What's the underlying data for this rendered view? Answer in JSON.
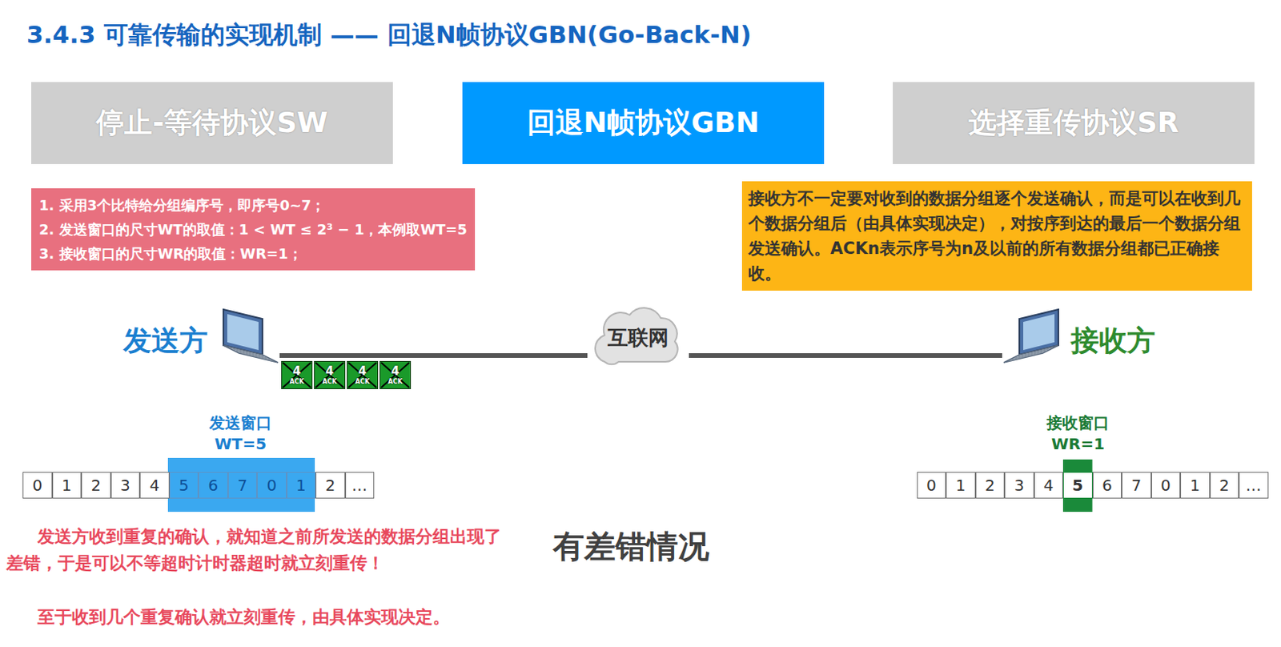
{
  "diagram": {
    "title": "3.4.3 可靠传输的实现机制 —— 回退N帧协议GBN(Go-Back-N)",
    "nodes": [
      {
        "text": [
          "停止-等待协议SW"
        ]
      },
      {
        "text": [
          "回退N帧协议GBN"
        ]
      },
      {
        "text": [
          "选择重传协议SR"
        ]
      },
      {
        "text": [
          "1. 采用3个比特给分组编序号，即序号0~7；",
          "2. 发送窗口的尺寸WT的取值：1 < WT ≤ 2³ − 1，本例取WT=5",
          "3. 接收窗口的尺寸WR的取值：WR=1；"
        ]
      },
      {
        "text": [
          "接收方不一定要对收到的数据分组逐个发送确认，而是可以在收到几个数据分组后（由具体实现决定），对按序到达的最后一个数据分组发送确认。ACKn表示序号为n及以前的所有数据分组都已正确接收。"
        ]
      },
      {
        "text": [
          "发送方"
        ]
      },
      {
        "text": [
          "互联网"
        ]
      },
      {
        "text": [
          "接收方"
        ]
      },
      {
        "text": [
          "4",
          "ACK"
        ]
      },
      {
        "text": [
          "4",
          "ACK"
        ]
      },
      {
        "text": [
          "4",
          "ACK"
        ]
      },
      {
        "text": [
          "4",
          "ACK"
        ]
      }
    ],
    "edges": [
      {
        "from": 5,
        "to": 6,
        "arrow": "none"
      },
      {
        "from": 6,
        "to": 7,
        "arrow": "none"
      }
    ],
    "labels": [
      "发送窗口",
      "WT=5",
      "0",
      "1",
      "2",
      "3",
      "4",
      "5",
      "6",
      "7",
      "0",
      "1",
      "2",
      "…",
      "接收窗口",
      "WR=1",
      "0",
      "1",
      "2",
      "3",
      "4",
      "5",
      "6",
      "7",
      "0",
      "1",
      "2",
      "…",
      "发送方收到重复的确认，就知道之前所发送的数据分组出现了差错，于是可以不等超时计时器超时就立刻重传！",
      "至于收到几个重复确认就立刻重传，由具体实现决定。",
      "有差错情况"
    ]
  }
}
